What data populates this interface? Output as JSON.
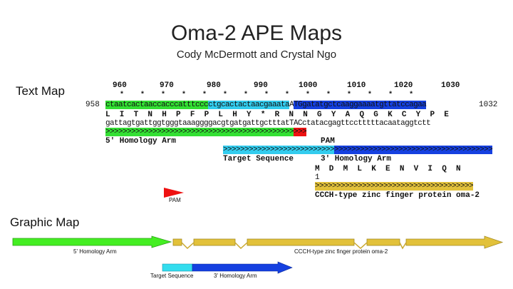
{
  "header": {
    "title": "Oma-2 APE Maps",
    "subtitle": "Cody McDermott and Crystal Ngo"
  },
  "sections": {
    "text_map": "Text Map",
    "graphic_map": "Graphic Map"
  },
  "text_map": {
    "ruler_numbers": [
      "960",
      "970",
      "980",
      "990",
      "1000",
      "1010",
      "1020",
      "1030"
    ],
    "tick_marks": "*    *    *    *    *    *    *    *    *    *    *    *    *    *    *",
    "start_pos": "958",
    "end_pos": "1032",
    "seq_top_green": "ctaatcactaaccacccatttccc",
    "seq_top_cyan": "ctgcactactaacgaaata",
    "seq_top_cut": "A",
    "seq_top_blue": "TGgatatgctcaaggaaaatgttatccagaa",
    "translation_top": "L  I  T  N  H  P  F  P  L  H  Y  *  R  N  N  G  Y  A  Q  G  K  C  Y  P  E",
    "seq_bottom": "gattagtgattggtgggtaaaggggacgtgatgattgctttatTACctatacgagttcctttttacaataggtctt",
    "homology_arm_5_arrows": ">>>>>>>>>>>>>>>>>>>>>>>>>>>>>>>>>>>>>>>>>>>>",
    "pam_arrows": ">>>",
    "homology_arm_5_label": "5' Homology Arm",
    "pam_label": "PAM",
    "target_arrows": ">>>>>>>>>>>>>>>>>>>>>>>>>>",
    "homology_arm_3_arrows": ">>>>>>>>>>>>>>>>>>>>>>>>>>>>>>>>>>>>>",
    "target_label": "Target Sequence",
    "homology_arm_3_label": "3' Homology Arm",
    "translation_bottom": "M  D  M  L  K  E  N  V  I  Q  N",
    "translation_index": "1",
    "cds_arrows": ">>>>>>>>>>>>>>>>>>>>>>>>>>>>>>>>>>>>>",
    "cds_label": "CCCH-type zinc finger protein oma-2"
  },
  "graphic_map": {
    "pam_label": "PAM",
    "homology_arm_5_label": "5' Homology Arm",
    "cds_label": "CCCH-type zinc finger protein oma-2",
    "target_label": "Target Sequence",
    "homology_arm_3_label": "3' Homology Arm"
  },
  "colors": {
    "green": "#33e033",
    "cyan": "#33ccee",
    "blue": "#1540e0",
    "red": "#ee1111",
    "yellow": "#e2c13a"
  }
}
